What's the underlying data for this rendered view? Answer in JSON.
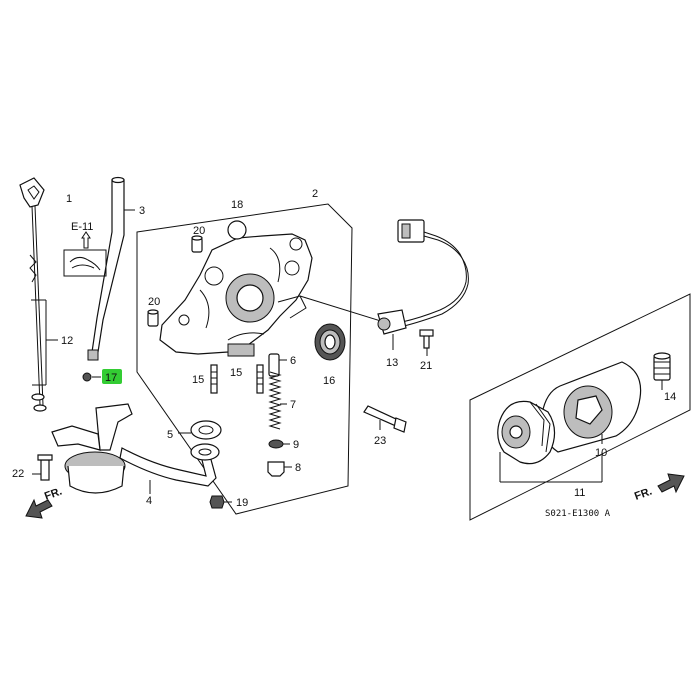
{
  "callouts": [
    {
      "num": "1"
    },
    {
      "num": "2"
    },
    {
      "num": "3"
    },
    {
      "num": "4"
    },
    {
      "num": "5"
    },
    {
      "num": "6"
    },
    {
      "num": "7"
    },
    {
      "num": "8"
    },
    {
      "num": "9"
    },
    {
      "num": "10"
    },
    {
      "num": "11"
    },
    {
      "num": "12"
    },
    {
      "num": "13"
    },
    {
      "num": "14"
    },
    {
      "num": "15"
    },
    {
      "num": "15"
    },
    {
      "num": "16"
    },
    {
      "num": "17"
    },
    {
      "num": "18"
    },
    {
      "num": "19"
    },
    {
      "num": "20"
    },
    {
      "num": "20"
    },
    {
      "num": "21"
    },
    {
      "num": "22"
    },
    {
      "num": "23"
    }
  ],
  "ref_label": "E-11",
  "front_labels": [
    "FR.",
    "FR."
  ],
  "diagram_code": "S021-E1300 A",
  "highlight_color": "#33cc33"
}
